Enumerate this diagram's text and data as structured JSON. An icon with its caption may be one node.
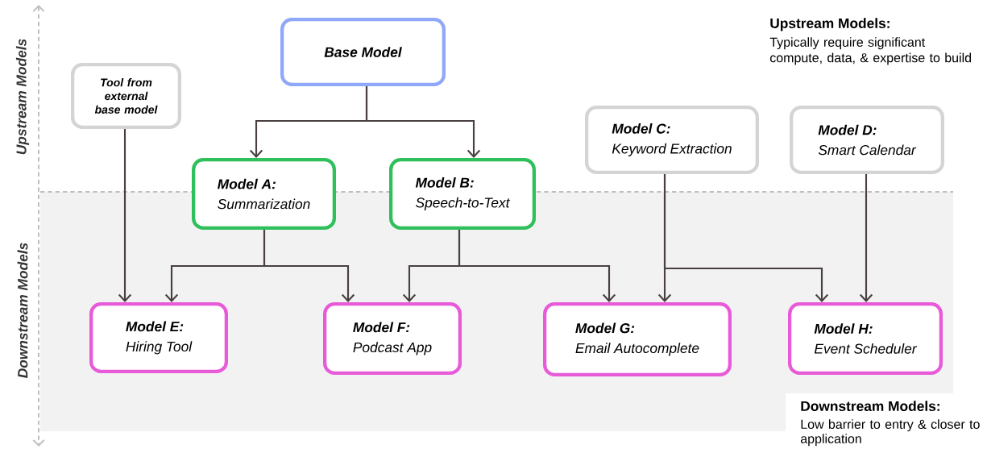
{
  "diagram": {
    "nodes": [
      {
        "text": [
          "Base Model"
        ]
      },
      {
        "text": [
          "Tool from external base model"
        ]
      },
      {
        "text": [
          "Model A:",
          "Summarization"
        ]
      },
      {
        "text": [
          "Model B:",
          "Speech-to-Text"
        ]
      },
      {
        "text": [
          "Model C:",
          "Keyword Extraction"
        ]
      },
      {
        "text": [
          "Model D:",
          "Smart Calendar"
        ]
      },
      {
        "text": [
          "Model E:",
          "Hiring Tool"
        ]
      },
      {
        "text": [
          "Model F:",
          "Podcast App"
        ]
      },
      {
        "text": [
          "Model G:",
          "Email Autocomplete"
        ]
      },
      {
        "text": [
          "Model H:",
          "Event Scheduler"
        ]
      }
    ],
    "edges": [
      {
        "from": 0,
        "to": 2,
        "arrow": "to"
      },
      {
        "from": 0,
        "to": 3,
        "arrow": "to"
      },
      {
        "from": 1,
        "to": 6,
        "arrow": "to"
      },
      {
        "from": 2,
        "to": 6,
        "arrow": "to"
      },
      {
        "from": 2,
        "to": 7,
        "arrow": "to"
      },
      {
        "from": 3,
        "to": 7,
        "arrow": "to"
      },
      {
        "from": 3,
        "to": 8,
        "arrow": "to"
      },
      {
        "from": 4,
        "to": 8,
        "arrow": "to"
      },
      {
        "from": 4,
        "to": 9,
        "arrow": "to"
      },
      {
        "from": 5,
        "to": 9,
        "arrow": "to"
      }
    ],
    "labels": [
      "Upstream Models",
      "Upstream Models:",
      "Typically require significant compute, data, & expertise to build",
      "Downstream Models",
      "Downstream Models:",
      "Low barrier to entry & closer to application"
    ]
  }
}
